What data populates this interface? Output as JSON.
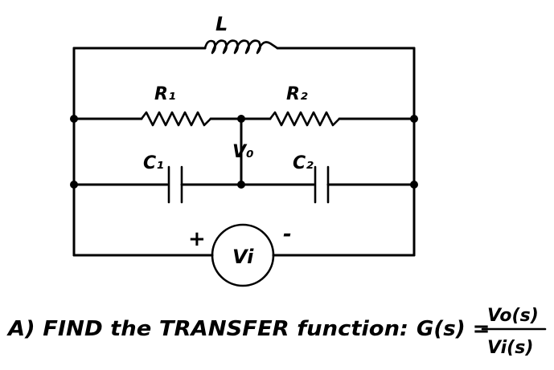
{
  "circuit": {
    "inductor_label": "L",
    "resistor1_label": "R₁",
    "resistor2_label": "R₂",
    "capacitor1_label": "C₁",
    "capacitor2_label": "C₂",
    "output_node_label": "V₀",
    "source_label": "Vi",
    "plus_label": "+",
    "minus_label": "-"
  },
  "question": {
    "text": "A) FIND the TRANSFER function:",
    "lhs": "G(s) =",
    "numerator": "Vo(s)",
    "denominator": "Vi(s)"
  }
}
